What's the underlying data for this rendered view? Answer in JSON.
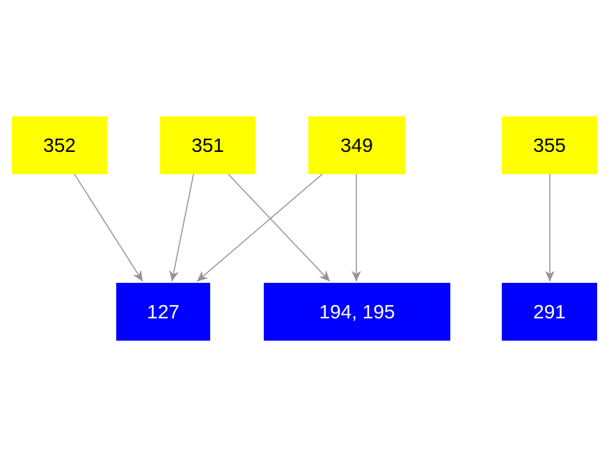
{
  "diagram": {
    "type": "directed-graph",
    "background_color": "#ffffff",
    "source_node_color": "#ffff00",
    "target_node_color": "#0000ff",
    "edge_color": "#949494",
    "source_text_color": "#000000",
    "target_text_color": "#ffffff",
    "nodes": [
      {
        "id": "352",
        "label": "352",
        "row": "top"
      },
      {
        "id": "351",
        "label": "351",
        "row": "top"
      },
      {
        "id": "349",
        "label": "349",
        "row": "top"
      },
      {
        "id": "355",
        "label": "355",
        "row": "top"
      },
      {
        "id": "127",
        "label": "127",
        "row": "bottom"
      },
      {
        "id": "194-195",
        "label": "194, 195",
        "row": "bottom"
      },
      {
        "id": "291",
        "label": "291",
        "row": "bottom"
      }
    ],
    "edges": [
      {
        "from": "352",
        "to": "127"
      },
      {
        "from": "351",
        "to": "127"
      },
      {
        "from": "351",
        "to": "194, 195"
      },
      {
        "from": "349",
        "to": "127"
      },
      {
        "from": "349",
        "to": "194, 195"
      },
      {
        "from": "355",
        "to": "291"
      }
    ]
  }
}
